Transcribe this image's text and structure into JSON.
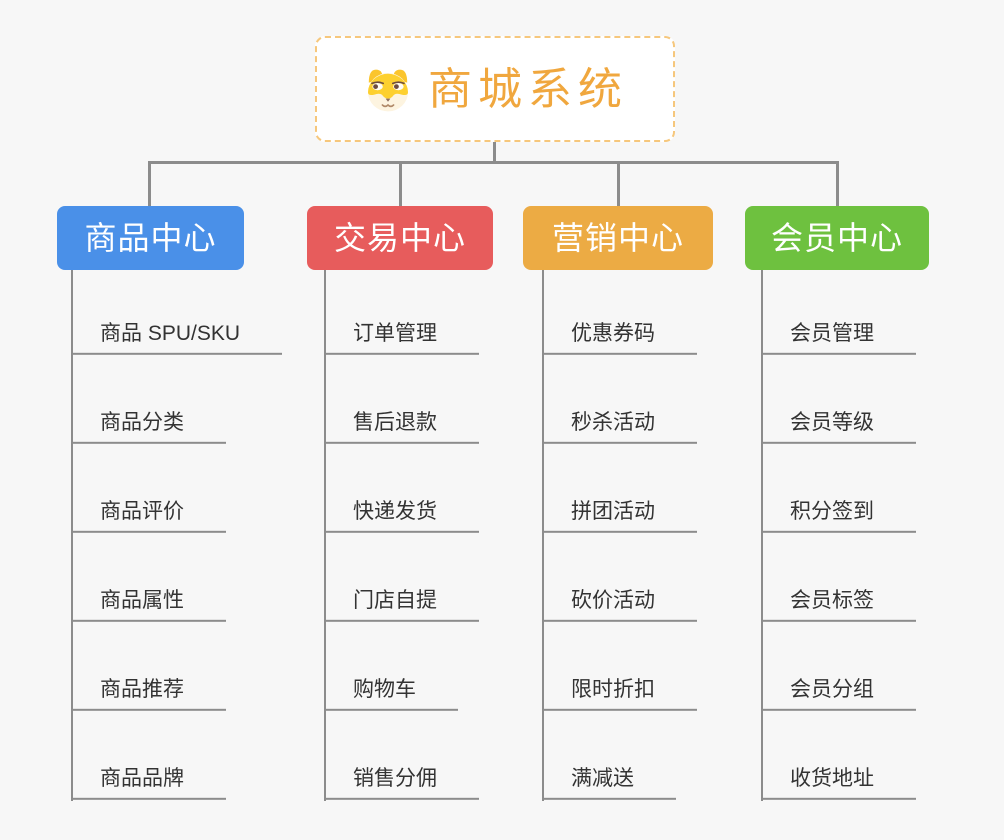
{
  "root": {
    "title": "商城系统",
    "icon": "dog-face"
  },
  "branches": [
    {
      "label": "商品中心",
      "color": "#4a90e8",
      "items": [
        "商品 SPU/SKU",
        "商品分类",
        "商品评价",
        "商品属性",
        "商品推荐",
        "商品品牌"
      ]
    },
    {
      "label": "交易中心",
      "color": "#e75c5c",
      "items": [
        "订单管理",
        "售后退款",
        "快递发货",
        "门店自提",
        "购物车",
        "销售分佣"
      ]
    },
    {
      "label": "营销中心",
      "color": "#ecab44",
      "items": [
        "优惠券码",
        "秒杀活动",
        "拼团活动",
        "砍价活动",
        "限时折扣",
        "满减送"
      ]
    },
    {
      "label": "会员中心",
      "color": "#6ec13f",
      "items": [
        "会员管理",
        "会员等级",
        "积分签到",
        "会员标签",
        "会员分组",
        "收货地址"
      ]
    }
  ],
  "colors": {
    "background": "#f7f7f7",
    "connector": "#8c8c8c",
    "root_accent": "#f0a73e",
    "root_border": "#f6c77c",
    "item_text": "#333333"
  }
}
